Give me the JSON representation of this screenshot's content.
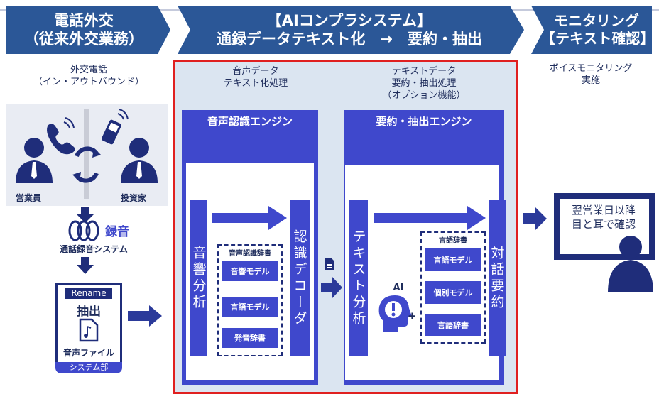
{
  "header": {
    "stage1_line1": "電話外交",
    "stage1_line2": "（従来外交業務）",
    "stage2_line1": "【AIコンプラシステム】",
    "stage2_line2": "通録データテキスト化　→　要約・抽出",
    "stage3_line1": "モニタリング",
    "stage3_line2": "【テキスト確認】"
  },
  "left": {
    "call_line1": "外交電話",
    "call_line2": "（イン・アウトバウンド）",
    "staff": "営業員",
    "investor": "投資家",
    "recording": "録音",
    "recording_system": "通話録音システム",
    "rename": "Rename",
    "extract": "抽出",
    "audio_file": "音声ファイル",
    "system_dept": "システム部"
  },
  "middle": {
    "speech_caption_1": "音声データ",
    "speech_caption_2": "テキスト化処理",
    "text_caption_1": "テキストデータ",
    "text_caption_2": "要約・抽出処理",
    "text_caption_3": "（オプション機能）",
    "speech_engine": "音声認識エンジン",
    "acoustic_analysis": "音響分析",
    "speech_dict_title": "音声認識辞書",
    "acoustic_model": "音響モデル",
    "language_model": "言語モデル",
    "pronunciation_dict": "発音辞書",
    "decoder": "認識デコーダ",
    "summary_engine": "要約・抽出エンジン",
    "text_analysis": "テキスト分析",
    "lang_dict_title": "言語辞書",
    "lang_model": "言語モデル",
    "individual_model": "個別モデル",
    "lang_dict": "言語辞書",
    "ai": "AI",
    "plus": "+",
    "dialog_summary": "対話要約"
  },
  "right": {
    "caption_1": "ボイスモニタリング",
    "caption_2": "実施",
    "monitor_line1": "翌営業日以降",
    "monitor_line2": "目と耳で確認"
  },
  "colors": {
    "navy": "#1f2d7a",
    "blue": "#3f48cc",
    "header": "#2b5797",
    "panel": "#dbe5f1",
    "red": "#e02020"
  }
}
